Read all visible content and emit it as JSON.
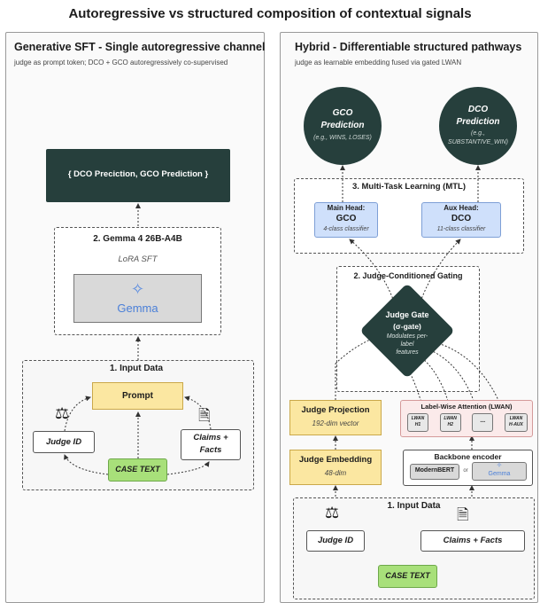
{
  "title": "Autoregressive vs structured composition of contextual signals",
  "left": {
    "heading": "Generative SFT - Single autoregressive channel",
    "subheading": "judge as prompt token; DCO + GCO autoregressively co-supervised",
    "output_box": "{ DCO Preciction, GCO Prediction }",
    "model_title": "2. Gemma 4 26B-A4B",
    "model_sub": "LoRA SFT",
    "gemma_logo": "Gemma",
    "input_title": "1. Input Data",
    "prompt": "Prompt",
    "judge_id": "Judge ID",
    "claims_line1": "Claims +",
    "claims_line2": "Facts",
    "case_text": "CASE TEXT"
  },
  "right": {
    "heading": "Hybrid - Differentiable structured pathways",
    "subheading": "judge as learnable embedding fused via gated LWAN",
    "gco_pred_1": "GCO",
    "gco_pred_2": "Prediction",
    "gco_pred_ex": "(e.g., WINS, LOSES)",
    "dco_pred_1": "DCO",
    "dco_pred_2": "Prediction",
    "dco_pred_ex1": "(e.g.,",
    "dco_pred_ex2": "SUBSTANTIVE_WIN)",
    "mtl_title": "3. Multi-Task Learning (MTL)",
    "main_head_label": "Main Head:",
    "main_head_name": "GCO",
    "main_head_sub": "4-class classifier",
    "aux_head_label": "Aux Head:",
    "aux_head_name": "DCO",
    "aux_head_sub": "11-class classifier",
    "gating_title": "2. Judge-Conditioned Gating",
    "gate_1": "Judge Gate",
    "gate_2": "(σ-gate)",
    "gate_3": "Modulates per-",
    "gate_4": "label",
    "gate_5": "features",
    "proj_title": "Judge Projection",
    "proj_sub": "192-dim vector",
    "lwan_title": "Label-Wise Attention (LWAN)",
    "lwan_heads": [
      {
        "l1": "LWAN",
        "l2": "H1"
      },
      {
        "l1": "LWAN",
        "l2": "H2"
      },
      {
        "l1": "...",
        "l2": ""
      },
      {
        "l1": "LWAN",
        "l2": "H-AUX"
      }
    ],
    "emb_title": "Judge Embedding",
    "emb_sub": "48-dim",
    "backbone_title": "Backbone encoder",
    "modernbert": "ModernBERT",
    "or": "or",
    "gemma_small": "Gemma",
    "input_title": "1. Input Data",
    "judge_id": "Judge ID",
    "claims": "Claims + Facts",
    "case_text": "CASE TEXT"
  },
  "colors": {
    "dark": "#263f3c",
    "yellow": "#fbe7a1",
    "green": "#a8e07a",
    "blue": "#cfe0fb",
    "pink": "#fbeaea"
  }
}
